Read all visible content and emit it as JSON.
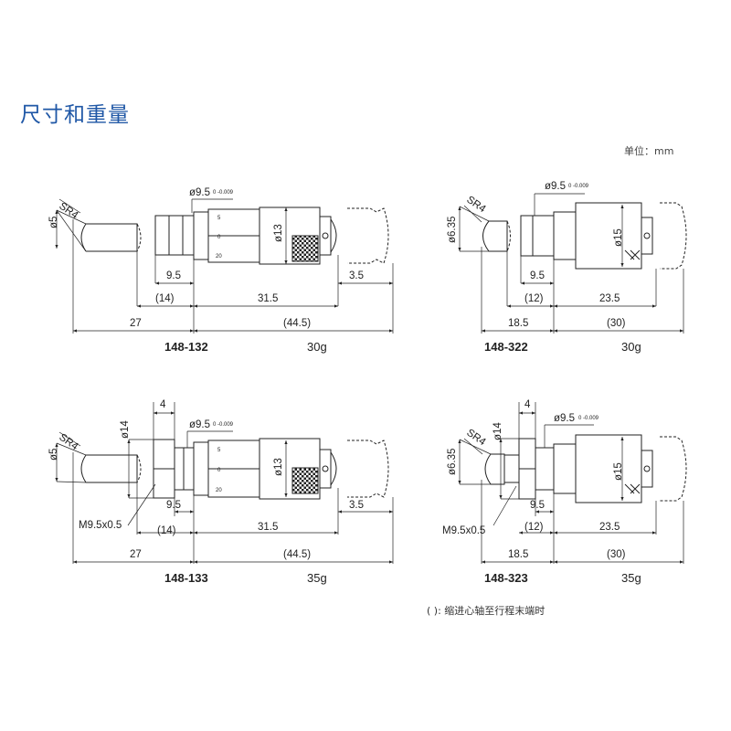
{
  "header": {
    "title": "尺寸和重量",
    "unit_label": "单位：mm"
  },
  "footnote": "( ): 缩进心轴至行程末端时",
  "drawings": [
    {
      "model": "148-132",
      "weight": "30g",
      "labels": {
        "spindle_dia": "ø5",
        "sr": "SR4",
        "sleeve_dia": "ø9.5",
        "sleeve_tol": "0 -0.009",
        "thimble_dia": "ø13",
        "d1": "9.5",
        "d2": "3.5",
        "d3": "(14)",
        "d4": "31.5",
        "d5": "27",
        "d6": "(44.5)"
      }
    },
    {
      "model": "148-322",
      "weight": "30g",
      "labels": {
        "spindle_dia": "ø6.35",
        "sr": "SR4",
        "sleeve_dia": "ø9.5",
        "sleeve_tol": "0 -0.009",
        "thimble_dia": "ø15",
        "d1": "9.5",
        "d3": "(12)",
        "d4": "23.5",
        "d5": "18.5",
        "d6": "(30)"
      }
    },
    {
      "model": "148-133",
      "weight": "35g",
      "labels": {
        "spindle_dia": "ø5",
        "sr": "SR4",
        "nut_dia": "ø14",
        "nut_w": "4",
        "sleeve_dia": "ø9.5",
        "sleeve_tol": "0 -0.009",
        "thimble_dia": "ø13",
        "thread": "M9.5x0.5",
        "d1": "9.5",
        "d2": "3.5",
        "d3": "(14)",
        "d4": "31.5",
        "d5": "27",
        "d6": "(44.5)"
      }
    },
    {
      "model": "148-323",
      "weight": "35g",
      "labels": {
        "spindle_dia": "ø6.35",
        "sr": "SR4",
        "nut_dia": "ø14",
        "nut_w": "4",
        "sleeve_dia": "ø9.5",
        "sleeve_tol": "0 -0.009",
        "thimble_dia": "ø15",
        "thread": "M9.5x0.5",
        "d1": "9.5",
        "d3": "(12)",
        "d4": "23.5",
        "d5": "18.5",
        "d6": "(30)"
      }
    }
  ],
  "scale_marks": [
    "5",
    "0",
    "20"
  ]
}
